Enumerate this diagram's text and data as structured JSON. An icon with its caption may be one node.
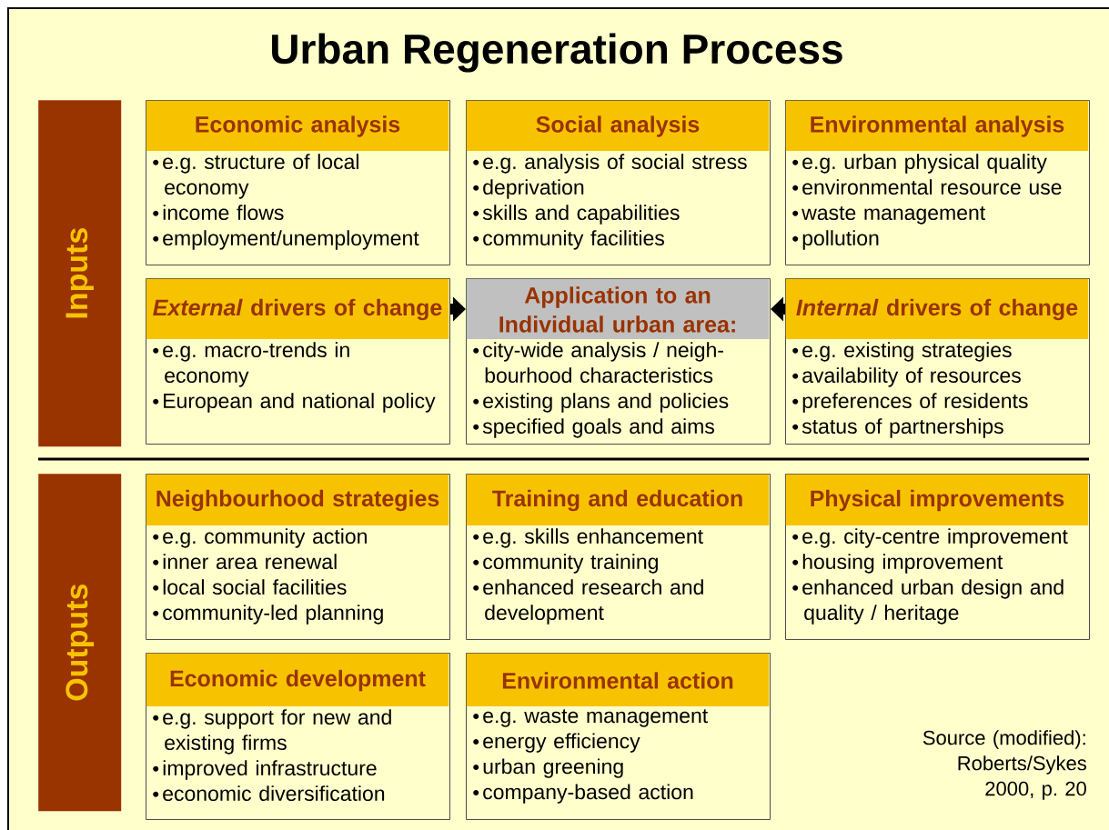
{
  "diagram": {
    "title": "Urban Regeneration Process",
    "nodes": [
      {
        "text": [
          "Inputs"
        ]
      },
      {
        "text": [
          "Economic analysis",
          "e.g. structure of local economy",
          "income flows",
          "employment/unemployment"
        ]
      },
      {
        "text": [
          "Social analysis",
          "e.g. analysis of social stress",
          "deprivation",
          "skills and capabilities",
          "community facilities"
        ]
      },
      {
        "text": [
          "Environmental analysis",
          "e.g. urban physical quality",
          "environmental resource use",
          "waste management",
          "pollution"
        ]
      },
      {
        "text": [
          "*External* drivers of change",
          "e.g. macro-trends in economy",
          "European and national policy"
        ]
      },
      {
        "text": [
          "Application to an Individual urban area:",
          "city-wide analysis / neigh-bourhood characteristics",
          "existing plans and policies",
          "specified goals and aims"
        ]
      },
      {
        "text": [
          "*Internal* drivers of change",
          "e.g. existing strategies",
          "availability of resources",
          "preferences of residents",
          "status of partnerships"
        ]
      },
      {
        "text": [
          "Outputs"
        ]
      },
      {
        "text": [
          "Neighbourhood strategies",
          "e.g. community action",
          "inner area renewal",
          "local social facilities",
          "community-led planning"
        ]
      },
      {
        "text": [
          "Training and education",
          "e.g. skills enhancement",
          "community training",
          "enhanced research and development"
        ]
      },
      {
        "text": [
          "Physical improvements",
          "e.g. city-centre improvement",
          "housing improvement",
          "enhanced urban design and quality / heritage"
        ]
      },
      {
        "text": [
          "Economic development",
          "e.g. support for new and existing firms",
          "improved infrastructure",
          "economic diversification"
        ]
      },
      {
        "text": [
          "Environmental action",
          "e.g. waste management",
          "energy efficiency",
          "urban greening",
          "company-based action"
        ]
      }
    ],
    "edges": [
      {
        "from": 4,
        "to": 5,
        "arrow": "to"
      },
      {
        "from": 6,
        "to": 5,
        "arrow": "to"
      }
    ],
    "labels": [
      "Source (modified): Roberts/Sykes 2000, p. 20"
    ]
  }
}
